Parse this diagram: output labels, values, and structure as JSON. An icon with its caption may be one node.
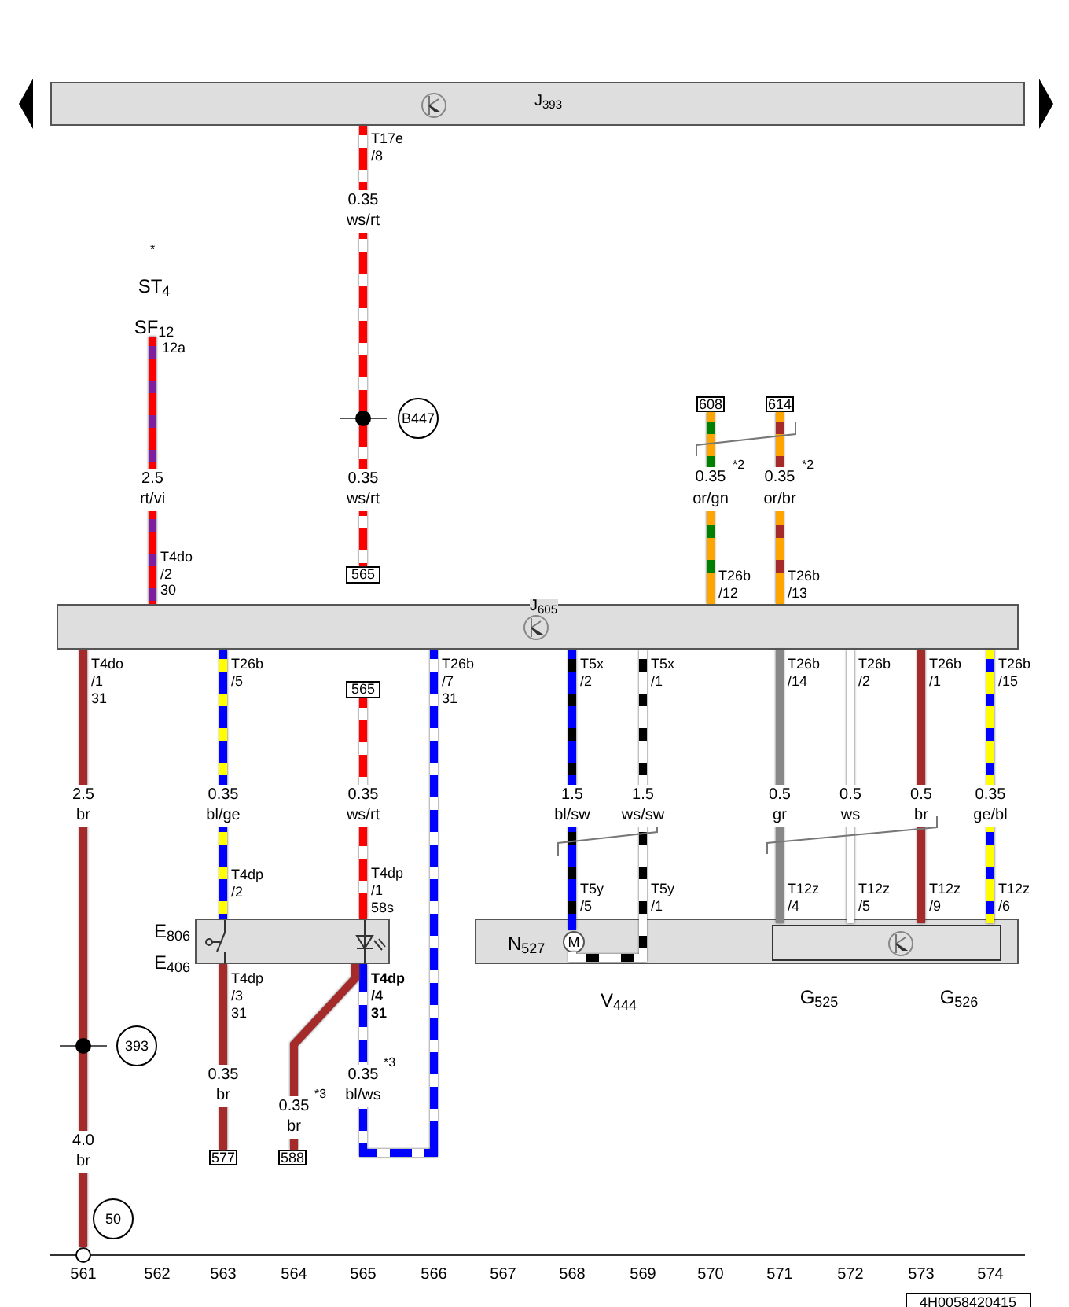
{
  "diagram": {
    "nodes": [
      {
        "text": [
          "J$_{393}$"
        ]
      },
      {
        "text": [
          "ST$_{4}$",
          "SF$_{12}$"
        ]
      },
      {
        "text": [
          "B447"
        ]
      },
      {
        "text": [
          "565"
        ]
      },
      {
        "text": [
          "608"
        ]
      },
      {
        "text": [
          "614"
        ]
      },
      {
        "text": [
          "J$_{605}$"
        ]
      },
      {
        "text": [
          "565"
        ]
      },
      {
        "text": [
          "E$_{806}$",
          "E$_{406}$"
        ]
      },
      {
        "text": [
          "N$_{527}$"
        ]
      },
      {
        "text": [
          "M"
        ],
        "in": 9,
        "beside": [
          "V$_{444}$"
        ]
      },
      {
        "text": [],
        "shape": "box",
        "in": 9
      },
      {
        "text": [
          "393"
        ]
      },
      {
        "text": [
          "577"
        ]
      },
      {
        "text": [
          "588"
        ]
      },
      {
        "text": [
          "50"
        ]
      },
      {
        "text": [],
        "shape": "circle"
      }
    ],
    "edges": [
      {
        "from": 0,
        "to": 3,
        "arrow": "none",
        "color": "#ff0000"
      },
      {
        "from": 1,
        "to": 6,
        "arrow": "none",
        "color": "#ff0000"
      },
      {
        "from": 4,
        "to": 6,
        "arrow": "none",
        "color": "#ffa500"
      },
      {
        "from": 5,
        "to": 6,
        "arrow": "none",
        "color": "#ffa500"
      },
      {
        "from": 6,
        "to": 16,
        "arrow": "none",
        "color": "#a52a2a"
      },
      {
        "from": 6,
        "to": 8,
        "arrow": "none",
        "color": "#0000ff"
      },
      {
        "from": 7,
        "to": 8,
        "arrow": "none",
        "color": "#ff0000"
      },
      {
        "from": 6,
        "to": 8,
        "arrow": "none",
        "color": "#0000ff"
      },
      {
        "from": 8,
        "to": 13,
        "arrow": "none",
        "color": "#a52a2a"
      },
      {
        "from": 8,
        "to": 14,
        "arrow": "none",
        "color": "#a52a2a"
      },
      {
        "from": 6,
        "to": 10,
        "arrow": "none",
        "color": "#0000ff"
      },
      {
        "from": 6,
        "to": 10,
        "arrow": "none",
        "color": "#ffffff"
      },
      {
        "from": 6,
        "to": 11,
        "arrow": "none",
        "color": "#888888"
      },
      {
        "from": 6,
        "to": 11,
        "arrow": "none",
        "color": "#ffffff"
      },
      {
        "from": 6,
        "to": 11,
        "arrow": "none",
        "color": "#a52a2a"
      },
      {
        "from": 6,
        "to": 11,
        "arrow": "none",
        "color": "#ffff00"
      }
    ],
    "labels": [
      "*",
      "12a",
      "2.5",
      "rt/vi",
      "T4do",
      "/2",
      "30",
      "T17e",
      "/8",
      "0.35",
      "ws/rt",
      "0.35",
      "ws/rt",
      "0.35",
      "*2",
      "or/gn",
      "0.35",
      "*2",
      "or/br",
      "T26b",
      "/12",
      "T26b",
      "/13",
      "T4do",
      "/1",
      "31",
      "T26b",
      "/5",
      "T26b",
      "/7",
      "31",
      "T5x",
      "/2",
      "T5x",
      "/1",
      "T26b",
      "/14",
      "T26b",
      "/2",
      "T26b",
      "/1",
      "T26b",
      "/15",
      "2.5",
      "br",
      "0.35",
      "bl/ge",
      "0.35",
      "ws/rt",
      "1.5",
      "bl/sw",
      "1.5",
      "ws/sw",
      "0.5",
      "gr",
      "0.5",
      "ws",
      "0.5",
      "br",
      "0.35",
      "ge/bl",
      "T4dp",
      "/2",
      "T4dp",
      "/1",
      "58s",
      "T5y",
      "/5",
      "T5y",
      "/1",
      "T12z",
      "/4",
      "T12z",
      "/5",
      "T12z",
      "/9",
      "T12z",
      "/6",
      "T4dp",
      "/3",
      "31",
      "T4dp",
      "/4",
      "31",
      "0.35",
      "br",
      "0.35",
      "*3",
      "br",
      "0.35",
      "*3",
      "bl/ws",
      "4.0",
      "br",
      "G$_{525}$",
      "G$_{526}$",
      "561",
      "562",
      "563",
      "564",
      "565",
      "566",
      "567",
      "568",
      "569",
      "570",
      "571",
      "572",
      "573",
      "574",
      "4H0058420415"
    ]
  }
}
